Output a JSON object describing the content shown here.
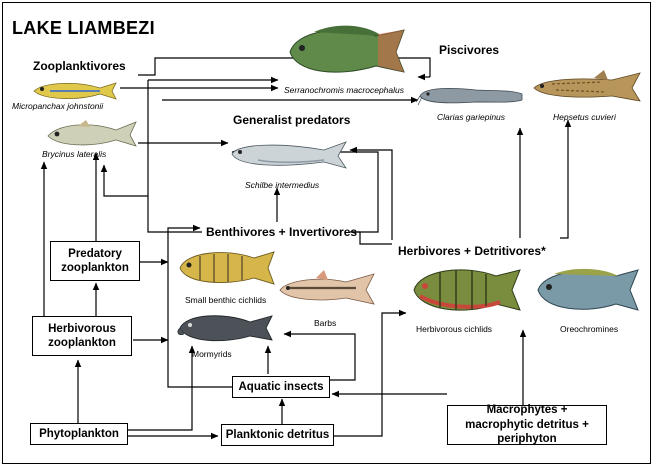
{
  "title": "LAKE LIAMBEZI",
  "groups": {
    "zooplanktivores": "Zooplanktivores",
    "piscivores": "Piscivores",
    "generalist_predators": "Generalist predators",
    "benthivores_invertivores": "Benthivores + Invertivores",
    "herbivores_detritivores": "Herbivores + Detritivores*"
  },
  "species": {
    "micropanchax": "Micropanchax johnstonii",
    "brycinus": "Brycinus lateralis",
    "serranochromis": "Serranochromis macrocephalus",
    "clarias": "Clarias gariepinus",
    "hepsetus": "Hepsetus cuvieri",
    "schilbe": "Schilbe intermedius"
  },
  "labels": {
    "small_benthic_cichlids": "Small benthic cichlids",
    "barbs": "Barbs",
    "mormyrids": "Mormyrids",
    "herbivorous_cichlids": "Herbivorous cichlids",
    "oreochromines": "Oreochromines"
  },
  "boxes": {
    "predatory_zooplankton": "Predatory zooplankton",
    "herbivorous_zooplankton": "Herbivorous zooplankton",
    "phytoplankton": "Phytoplankton",
    "planktonic_detritus": "Planktonic detritus",
    "aquatic_insects": "Aquatic insects",
    "macrophytes": "Macrophytes + macrophytic detritus + periphyton"
  },
  "colors": {
    "line": "#000000",
    "cichlid_green": "#5f8a4a",
    "cichlid_red": "#c9473a",
    "oreo_blue": "#7a9aa8",
    "catfish_grey": "#8d9aa4",
    "hepsetus_olive": "#8a6a3a",
    "brycinus_silver": "#cfd0b8",
    "micro_yellow": "#e0c94a",
    "small_cichlid_yellow": "#d6b64a",
    "barb_pink": "#d89a7a",
    "mormyrid_dark": "#4c5258"
  }
}
